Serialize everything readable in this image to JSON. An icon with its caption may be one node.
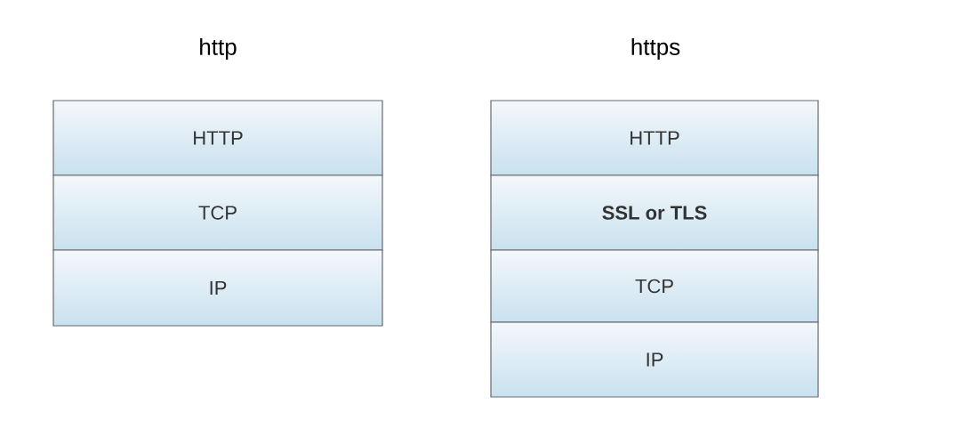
{
  "diagram": {
    "nodes": [
      {
        "text": [
          "HTTP"
        ]
      },
      {
        "text": [
          "TCP"
        ]
      },
      {
        "text": [
          "IP"
        ]
      },
      {
        "text": [
          "HTTP"
        ]
      },
      {
        "text": [
          "SSL or TLS"
        ]
      },
      {
        "text": [
          "TCP"
        ]
      },
      {
        "text": [
          "IP"
        ]
      }
    ],
    "labels": [
      "http",
      "https"
    ]
  }
}
